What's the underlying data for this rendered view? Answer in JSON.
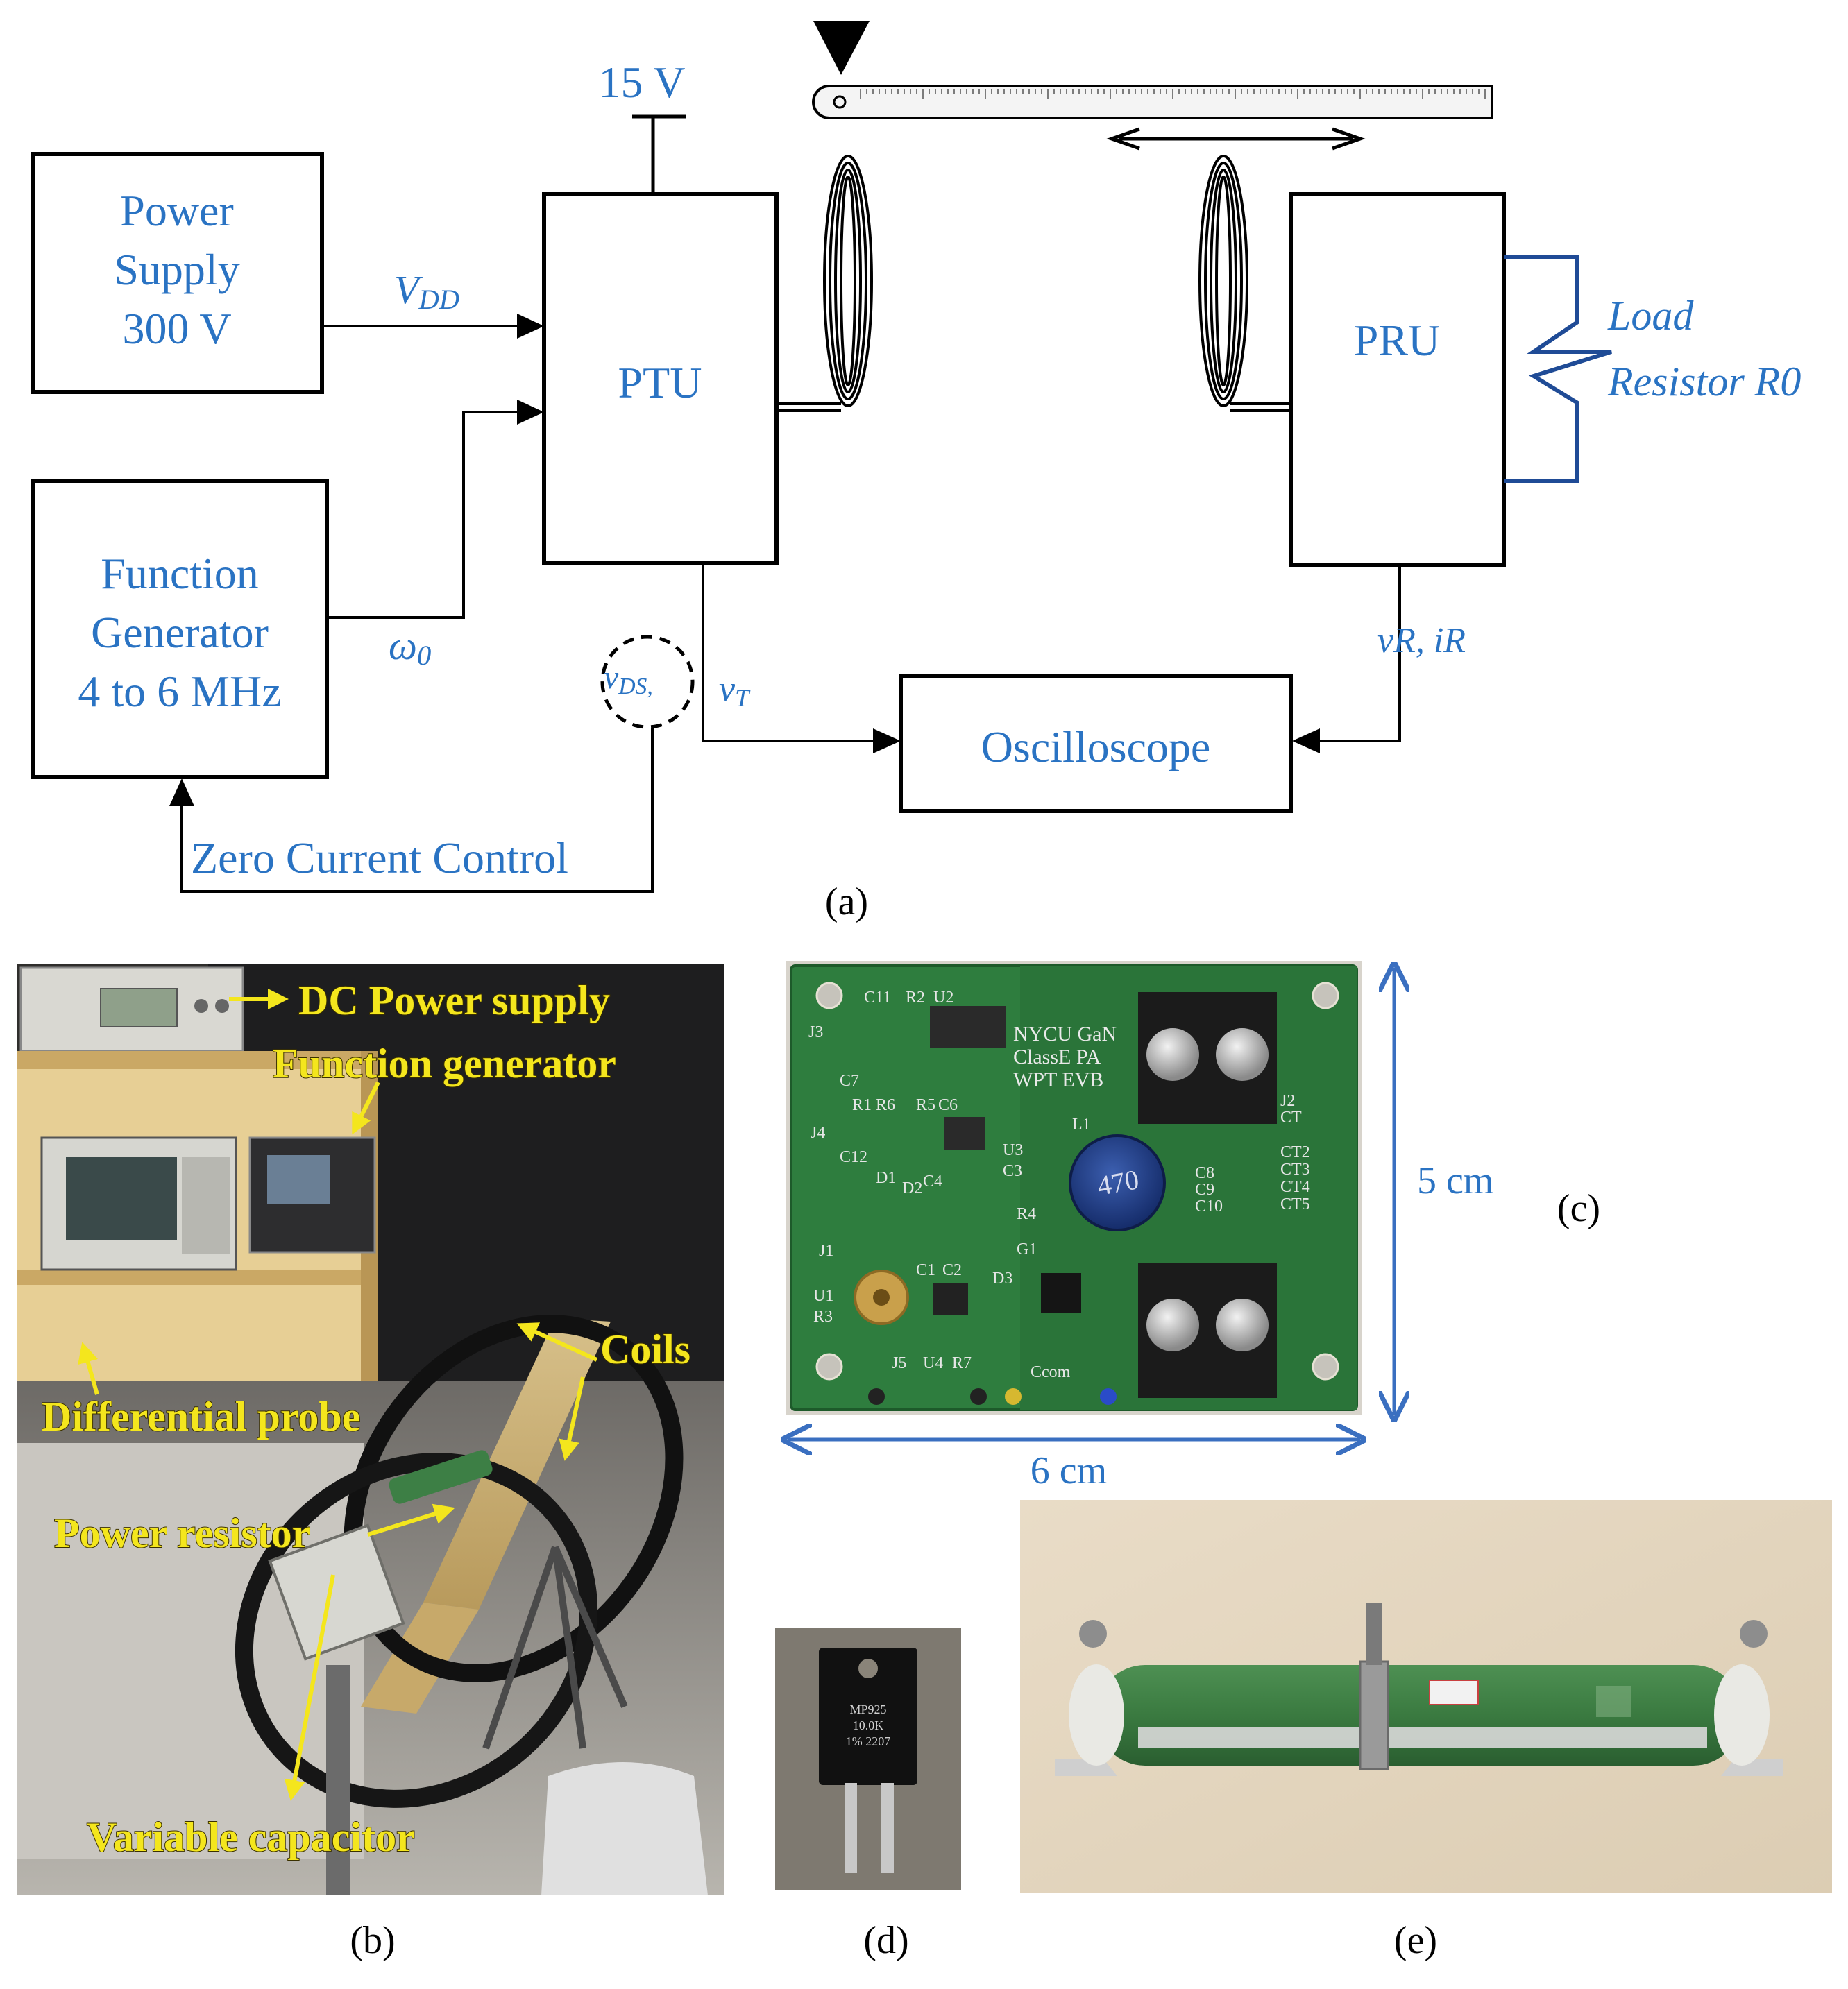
{
  "colors": {
    "text_blue": "#2a73c3",
    "box_stroke": "#000000",
    "load_wire": "#1f4b96",
    "dim_arrow": "#3a6fc0",
    "annotation_yellow": "#f4e61d",
    "pcb_green": "#2e7d3e",
    "resistor_green": "#3f7d45",
    "photo_bg_dark": "#2a2a2a"
  },
  "panel_a": {
    "caption": "(a)",
    "power_supply": {
      "line1": "Power",
      "line2": "Supply",
      "line3": "300 V"
    },
    "function_generator": {
      "line1": "Function",
      "line2": "Generator",
      "line3": "4 to 6 MHz"
    },
    "ptu_label": "PTU",
    "pru_label": "PRU",
    "oscilloscope_label": "Oscilloscope",
    "supply_15v": "15 V",
    "vdd_label": "VDD",
    "omega_label": "ω0",
    "vds_label": "vDS,",
    "vt_label": "vT",
    "vr_ir_label": "vR, iR",
    "load_label_line1": "Load",
    "load_label_line2": "Resistor R0",
    "zero_current_label": "Zero Current Control"
  },
  "panel_b": {
    "caption": "(b)",
    "labels": {
      "dc_power_supply": "DC Power supply",
      "function_generator": "Function generator",
      "coils": "Coils",
      "differential_probe": "Differential probe",
      "power_resistor": "Power resistor",
      "variable_capacitor": "Variable capacitor"
    }
  },
  "panel_c": {
    "caption": "(c)",
    "height_dim": "5 cm",
    "width_dim": "6 cm",
    "board_silkscreen": {
      "line1": "NYCU GaN",
      "line2": "ClassE PA",
      "line3": "WPT EVB"
    },
    "inductor_marking": "470",
    "refdes": [
      "C11",
      "R2",
      "U2",
      "J3",
      "C7",
      "R1",
      "R6",
      "R5",
      "C6",
      "J4",
      "C12",
      "U3",
      "C3",
      "D1",
      "D2",
      "C4",
      "R4",
      "J1",
      "C1",
      "C2",
      "D3",
      "G1",
      "U1",
      "R3",
      "J5",
      "U4",
      "R7",
      "Ccom",
      "L1",
      "C8",
      "C9",
      "C10",
      "CT2",
      "CT3",
      "CT4",
      "CT5",
      "CT",
      "J2"
    ]
  },
  "panel_d": {
    "caption": "(d)",
    "marking": [
      "MP925",
      "10.0K",
      "1% 2207"
    ]
  },
  "panel_e": {
    "caption": "(e)"
  }
}
